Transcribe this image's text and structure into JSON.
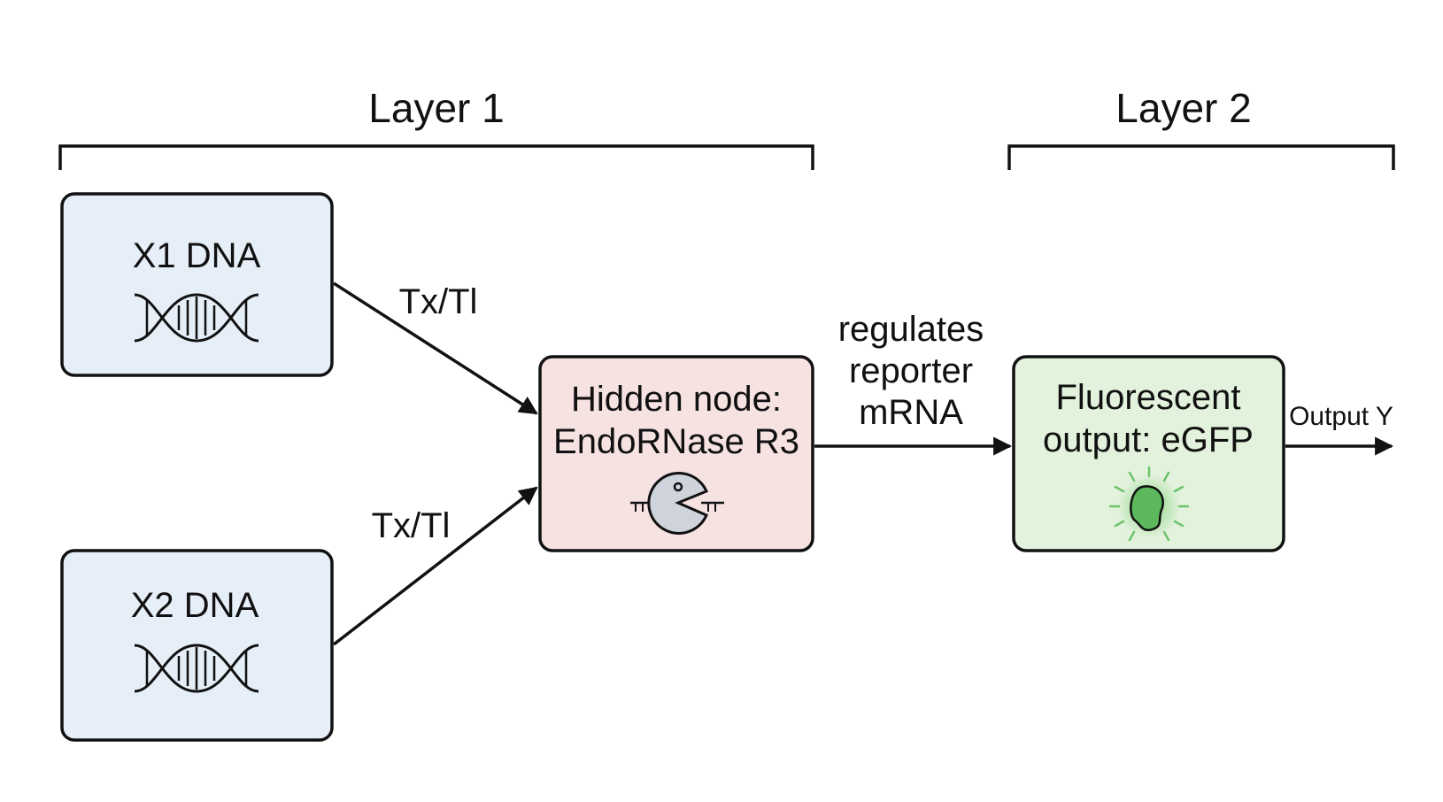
{
  "diagram": {
    "layers": [
      {
        "label": "Layer 1"
      },
      {
        "label": "Layer 2"
      }
    ],
    "nodes": {
      "x1": {
        "label": "X1 DNA",
        "icon": "dna-icon",
        "fill": "#e6eef8"
      },
      "x2": {
        "label": "X2 DNA",
        "icon": "dna-icon",
        "fill": "#e6eef8"
      },
      "hidden": {
        "line1": "Hidden node:",
        "line2": "EndoRNase R3",
        "icon": "endornase-icon",
        "fill": "#f6e2e1"
      },
      "output": {
        "line1": "Fluorescent",
        "line2": "output: eGFP",
        "icon": "glowing-protein-icon",
        "fill": "#e3f2dc"
      }
    },
    "edges": {
      "x1_to_hidden": {
        "label": "Tx/Tl"
      },
      "x2_to_hidden": {
        "label": "Tx/Tl"
      },
      "hidden_to_output": {
        "lines": [
          "regulates",
          "reporter",
          "mRNA"
        ]
      },
      "output_out": {
        "label": "Output Y"
      }
    },
    "colors": {
      "stroke": "#111111",
      "glow": "#6cc46c",
      "protein": "#5cb85c",
      "scissors": "#cfd3dc"
    }
  }
}
